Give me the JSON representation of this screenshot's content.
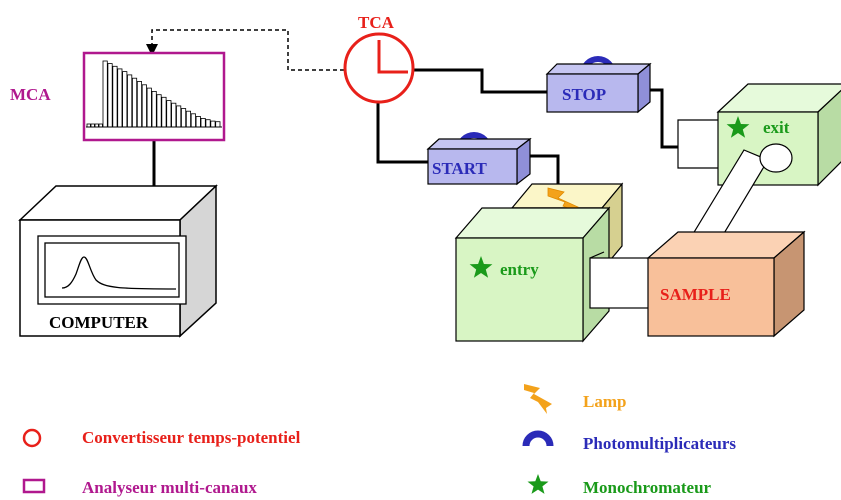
{
  "labels": {
    "mca": "MCA",
    "tca": "TCA",
    "stop": "STOP",
    "start": "START",
    "exit": "exit",
    "entry": "entry",
    "sample": "SAMPLE",
    "computer": "COMPUTER"
  },
  "legend": {
    "tca_desc": "Convertisseur temps-potentiel",
    "mca_desc": "Analyseur multi-canaux",
    "lamp": "Lamp",
    "photomultiplier": "Photomultiplicateurs",
    "monochromator": "Monochromateur"
  },
  "histogram_values": [
    1.0,
    0.96,
    0.92,
    0.88,
    0.84,
    0.79,
    0.74,
    0.69,
    0.64,
    0.59,
    0.54,
    0.49,
    0.45,
    0.4,
    0.36,
    0.32,
    0.28,
    0.24,
    0.2,
    0.16,
    0.13,
    0.11,
    0.09,
    0.08
  ],
  "colors": {
    "mca": "#b0188e",
    "tca": "#e8201a",
    "pmt": "#2b2bb8",
    "pmt_box": "#b8b8ee",
    "lamp": "#f3a21b",
    "star": "#1a9a1a",
    "mono_box": "#d8f5c4",
    "sample_box": "#f8c09a"
  },
  "icons": {
    "tca_legend": "circle-icon",
    "mca_legend": "rectangle-icon",
    "lamp_legend": "lightning-icon",
    "pmt_legend": "half-circle-icon",
    "mono_legend": "star-icon"
  }
}
